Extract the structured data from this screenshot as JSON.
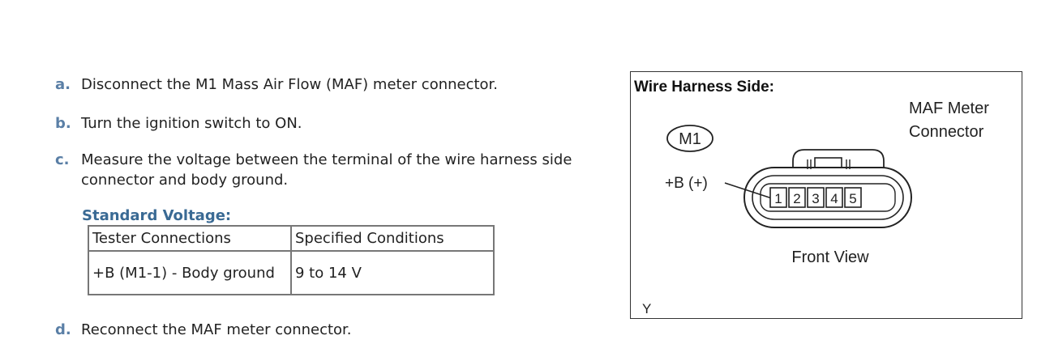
{
  "steps": [
    {
      "letter": "a.",
      "text": "Disconnect the M1 Mass Air Flow (MAF) meter connector."
    },
    {
      "letter": "b.",
      "text": "Turn the ignition switch to ON."
    },
    {
      "letter": "c.",
      "text": "Measure the voltage between the terminal of the wire harness side connector and body ground."
    },
    {
      "letter": "d.",
      "text": "Reconnect the MAF meter connector."
    }
  ],
  "standard_voltage": {
    "heading": "Standard Voltage:",
    "headers": [
      "Tester Connections",
      "Specified Conditions"
    ],
    "rows": [
      [
        "+B (M1-1) - Body ground",
        "9 to 14 V"
      ]
    ]
  },
  "figure": {
    "title": "Wire Harness Side:",
    "connector_label_line1": "MAF Meter",
    "connector_label_line2": "Connector",
    "connector_id": "M1",
    "terminal_label": "+B (+)",
    "pins": [
      "1",
      "2",
      "3",
      "4",
      "5"
    ],
    "view_label": "Front View",
    "corner_code": "Y"
  }
}
